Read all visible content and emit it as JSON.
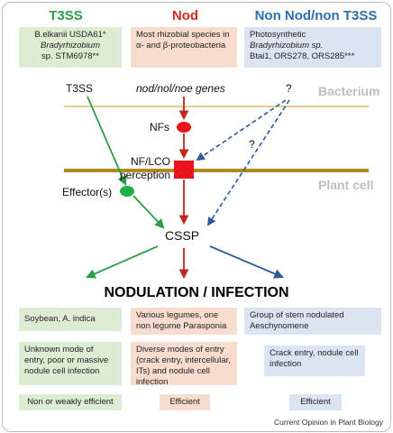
{
  "columns": {
    "t3ss": {
      "title": "T3SS",
      "species_lines": [
        "B.elkanii USDA61*",
        "Bradyrhizobium",
        "sp. STM6978**"
      ],
      "host": "Soybean, A. indica",
      "mode": "Unknown mode of entry, poor or massive nodule cell infection",
      "efficiency": "Non or weakly efficient"
    },
    "nod": {
      "title": "Nod",
      "species": "Most rhizobial species in α- and β-proteobacteria",
      "host": "Various legumes, one non legume Parasponia",
      "mode": "Diverse modes of entry (crack entry, intercellular, ITs) and nodule cell infection",
      "efficiency": "Efficient"
    },
    "nonnod": {
      "title": "Non Nod/non T3SS",
      "species_lines": [
        "Photosynthetic",
        "Bradyrhizobium sp.",
        "Btai1, ORS278, ORS285***"
      ],
      "host": "Group of stem nodulated Aeschynomene",
      "mode": "Crack entry, nodule cell infection",
      "efficiency": "Efficient"
    }
  },
  "labels": {
    "t3ss": "T3SS",
    "genes": "nod/nol/noe genes",
    "question1": "?",
    "question2": "?",
    "nfs": "NFs",
    "perception_line1": "NF/LCO",
    "perception_line2": "perception",
    "effectors": "Effector(s)",
    "cssp": "CSSP",
    "outcome": "NODULATION / INFECTION"
  },
  "layers": {
    "bacterium": "Bacterium",
    "plant_cell": "Plant cell"
  },
  "source": "Current Opinion in Plant Biology",
  "colors": {
    "t3ss_title": "#2e9e48",
    "nod_title": "#d42a1e",
    "nonnod_title": "#2f6fad",
    "green_arrow": "#2e9e48",
    "red_arrow": "#c0281c",
    "blue_arrow": "#2c5a9a",
    "bacterium_line": "#e3cf8a",
    "plant_membrane": "#b08a1e",
    "nf_node": "#e8141a",
    "effector_node": "#1fae4a"
  }
}
